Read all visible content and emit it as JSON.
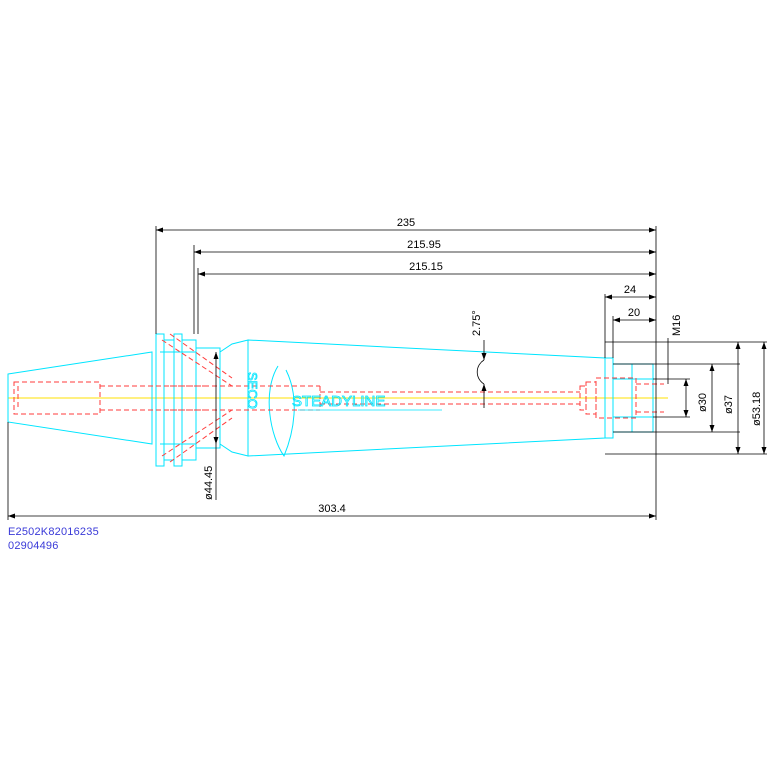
{
  "colors": {
    "outline": "#00e5ff",
    "hidden": "#ff3b3b",
    "center": "#ffe100",
    "dimension": "#000000",
    "code": "#3a3ad8"
  },
  "dimensions": {
    "overall_flange": "235",
    "to_taper_a": "215.95",
    "to_taper_b": "215.15",
    "bore_depth": "24",
    "thread_depth": "20",
    "thread": "M16",
    "taper_angle": "2.75°",
    "bore_dia": "ø30",
    "body_dia": "ø37",
    "nose_dia": "ø53.18",
    "taper_dia": "ø44.45",
    "overall_length": "303.4"
  },
  "logos": {
    "brand": "STEADYLINE",
    "maker": "SECO"
  },
  "part": {
    "code": "E2502K82016235",
    "number": "02904496"
  }
}
